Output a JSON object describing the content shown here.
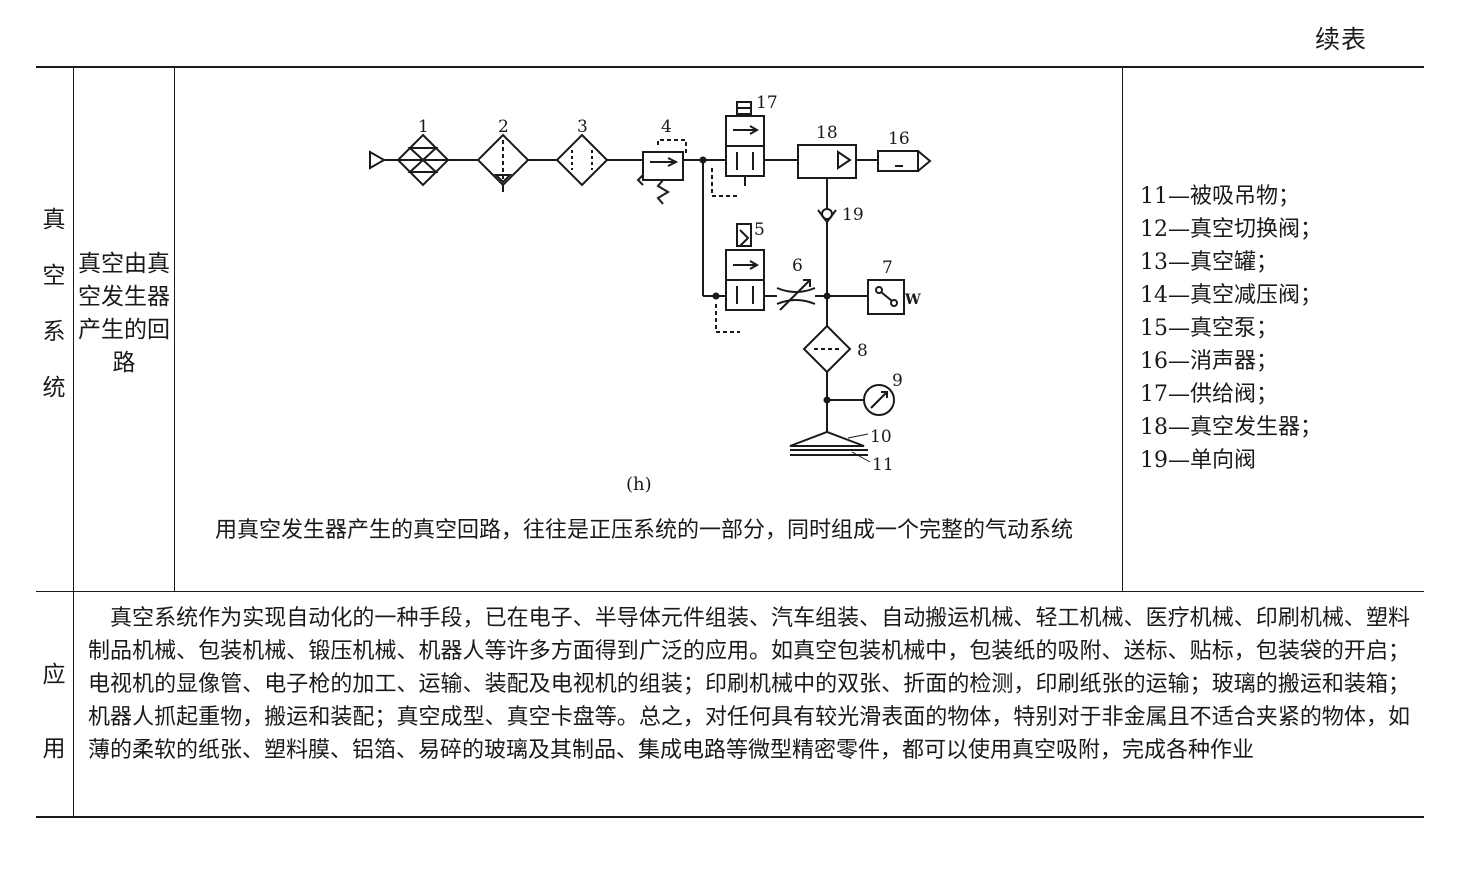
{
  "header": {
    "continued_label": "续表"
  },
  "row1": {
    "category": [
      "真",
      "空",
      "系",
      "统"
    ],
    "subcategory": "真空由真空发生器产生的回路",
    "figure": {
      "label": "(h)",
      "component_numbers": [
        "1",
        "2",
        "3",
        "4",
        "5",
        "6",
        "7",
        "8",
        "9",
        "10",
        "11",
        "16",
        "17",
        "18",
        "19"
      ]
    },
    "caption": "用真空发生器产生的真空回路，往往是正压系统的一部分，同时组成一个完整的气动系统",
    "legend": [
      "11—被吸吊物；",
      "12—真空切换阀；",
      "13—真空罐；",
      "14—真空减压阀；",
      "15—真空泵；",
      "16—消声器；",
      "17—供给阀；",
      "18—真空发生器；",
      "19—单向阀"
    ]
  },
  "row2": {
    "category": [
      "应",
      "用"
    ],
    "text": "真空系统作为实现自动化的一种手段，已在电子、半导体元件组装、汽车组装、自动搬运机械、轻工机械、医疗机械、印刷机械、塑料制品机械、包装机械、锻压机械、机器人等许多方面得到广泛的应用。如真空包装机械中，包装纸的吸附、送标、贴标，包装袋的开启；电视机的显像管、电子枪的加工、运输、装配及电视机的组装；印刷机械中的双张、折面的检测，印刷纸张的运输；玻璃的搬运和装箱；机器人抓起重物，搬运和装配；真空成型、真空卡盘等。总之，对任何具有较光滑表面的物体，特别对于非金属且不适合夹紧的物体，如薄的柔软的纸张、塑料膜、铝箔、易碎的玻璃及其制品、集成电路等微型精密零件，都可以使用真空吸附，完成各种作业"
  }
}
